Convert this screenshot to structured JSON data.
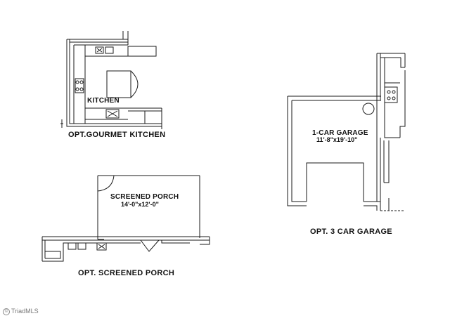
{
  "kitchen": {
    "room_label": "KITCHEN",
    "caption": "OPT.GOURMET KITCHEN"
  },
  "porch": {
    "room_label": "SCREENED PORCH",
    "dimensions": "14'-0\"x12'-0\"",
    "caption": "OPT. SCREENED PORCH"
  },
  "garage": {
    "room_label": "1-CAR GARAGE",
    "dimensions": "11'-8\"x19'-10\"",
    "caption": "OPT. 3 CAR GARAGE"
  },
  "watermark": {
    "text": "TriadMLS"
  },
  "colors": {
    "line": "#1a1a1a",
    "background": "#ffffff",
    "watermark": "#777777"
  }
}
